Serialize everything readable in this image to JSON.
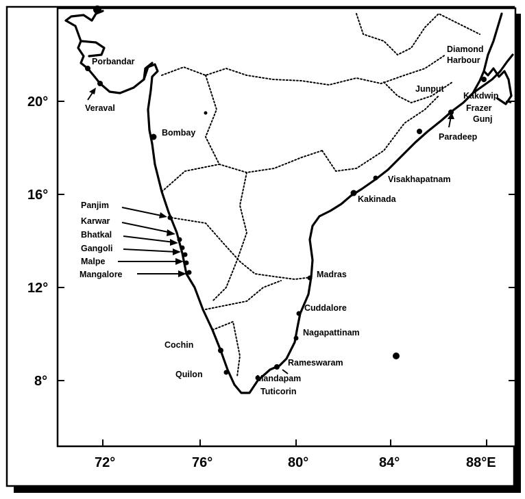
{
  "map": {
    "latitude_labels": [
      "20°",
      "16°",
      "12°",
      "8°"
    ],
    "longitude_labels": [
      "72°",
      "76°",
      "80°",
      "84°",
      "88°E"
    ],
    "ports": [
      {
        "id": "porbandar",
        "name": "Porbandar"
      },
      {
        "id": "veraval",
        "name": "Veraval"
      },
      {
        "id": "bombay",
        "name": "Bombay"
      },
      {
        "id": "panjim",
        "name": "Panjim"
      },
      {
        "id": "karwar",
        "name": "Karwar"
      },
      {
        "id": "bhatkal",
        "name": "Bhatkal"
      },
      {
        "id": "gangoli",
        "name": "Gangoli"
      },
      {
        "id": "malpe",
        "name": "Malpe"
      },
      {
        "id": "mangalore",
        "name": "Mangalore"
      },
      {
        "id": "cochin",
        "name": "Cochin"
      },
      {
        "id": "quilon",
        "name": "Quilon"
      },
      {
        "id": "tuticorin",
        "name": "Tuticorin"
      },
      {
        "id": "mandapam",
        "name": "Mandapam"
      },
      {
        "id": "rameswaram",
        "name": "Rameswaram"
      },
      {
        "id": "nagapattinam",
        "name": "Nagapattinam"
      },
      {
        "id": "cuddalore",
        "name": "Cuddalore"
      },
      {
        "id": "madras",
        "name": "Madras"
      },
      {
        "id": "kakinada",
        "name": "Kakinada"
      },
      {
        "id": "visakhapatnam",
        "name": "Visakhapatnam"
      },
      {
        "id": "paradeep",
        "name": "Paradeep"
      },
      {
        "id": "junput",
        "name": "Junput"
      },
      {
        "id": "diamond_harbour",
        "name": "Diamond Harbour",
        "lines": [
          "Diamond",
          "Harbour"
        ]
      },
      {
        "id": "kakdwip",
        "name": "Kakdwip"
      },
      {
        "id": "frazergunj",
        "name": "Frazer Gunj",
        "lines": [
          "Frazer",
          "Gunj"
        ]
      }
    ]
  }
}
